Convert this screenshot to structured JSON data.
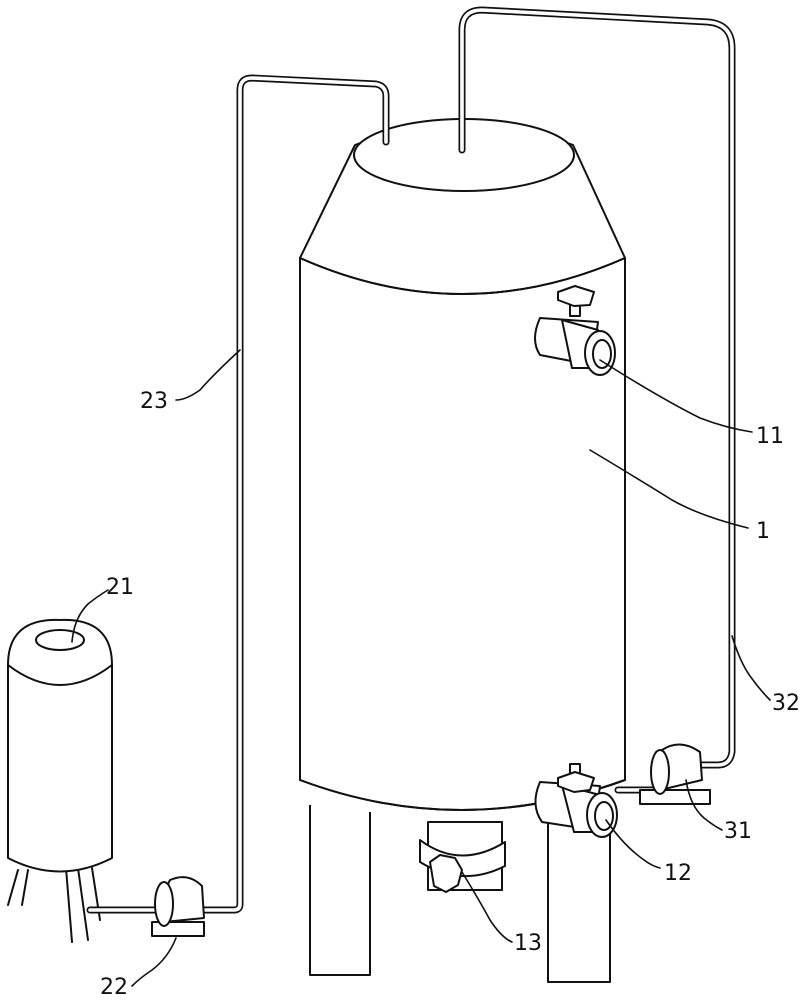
{
  "labels": {
    "tank": "1",
    "upper_valve": "11",
    "lower_valve": "12",
    "drain_valve": "13",
    "aux_tank": "21",
    "left_pump": "22",
    "left_pipe": "23",
    "right_pump": "31",
    "right_pipe": "32"
  }
}
